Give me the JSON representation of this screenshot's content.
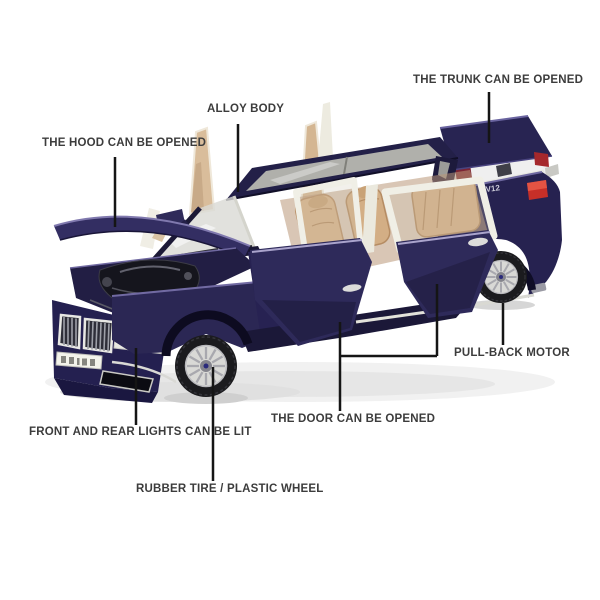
{
  "background": "#ffffff",
  "callouts": {
    "hood": {
      "label": "THE HOOD CAN BE OPENED"
    },
    "alloy_body": {
      "label": "ALLOY BODY"
    },
    "trunk": {
      "label": "THE TRUNK CAN BE OPENED"
    },
    "pull_back_motor": {
      "label": "PULL-BACK MOTOR"
    },
    "door": {
      "label": "THE DOOR CAN BE OPENED"
    },
    "lights": {
      "label": "FRONT AND REAR LIGHTS CAN BE LIT"
    },
    "tire": {
      "label": "RUBBER TIRE / PLASTIC WHEEL"
    }
  },
  "car": {
    "badge": "V12",
    "colors": {
      "body": "#2b2754",
      "body_dark": "#1a1738",
      "body_highlight": "#7d76ae",
      "interior": "#d6b28a",
      "door_frame": "#f0efe6",
      "tail_light": "#c62f28",
      "wheel_rim": "#d9d9d6",
      "tire": "#1b1b1e",
      "glass": "#d8d8d2"
    }
  },
  "annotation": {
    "line_color": "#151515",
    "text_color": "#3c3c3c"
  }
}
